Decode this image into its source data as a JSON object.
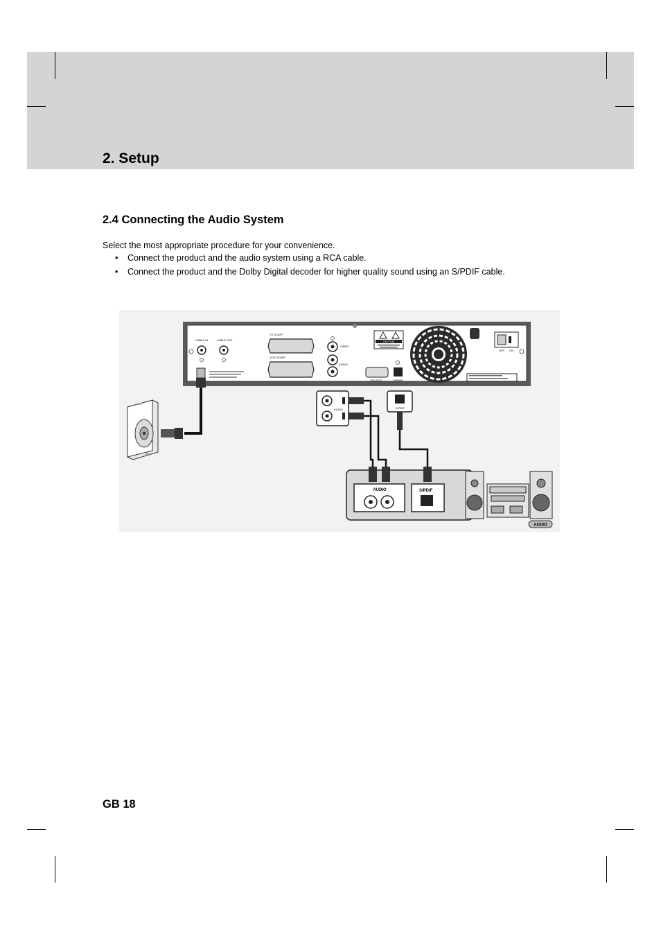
{
  "header": {
    "section_title": "2. Setup"
  },
  "content": {
    "subsection_title": "2.4 Connecting the Audio System",
    "intro": "Select the most appropriate procedure for your convenience.",
    "bullets": [
      "Connect the product and the audio system using a RCA cable.",
      "Connect the product and the Dolby Digital decoder for higher quality sound using an S/PDIF cable."
    ],
    "bullet_glyph": "•"
  },
  "diagram": {
    "receiver_labels": {
      "cable_in": "CABLE IN",
      "cable_out": "CABLE OUT",
      "tv_scart": "TV SCART",
      "vcr_scart": "VCR SCART",
      "video": "VIDEO",
      "audio": "AUDIO",
      "rs232c": "RS-232C",
      "spdif": "S/PDIF",
      "caution": "CAUTION",
      "off": "OFF",
      "on": "ON"
    },
    "panel_labels": {
      "audio": "AUDIO",
      "spdif": "S/PDIF"
    },
    "decoder_labels": {
      "audio": "AUDIO",
      "spdif": "S/PDIF"
    },
    "audio_system_label": "AUDIO"
  },
  "footer": {
    "page_number": "GB 18"
  }
}
